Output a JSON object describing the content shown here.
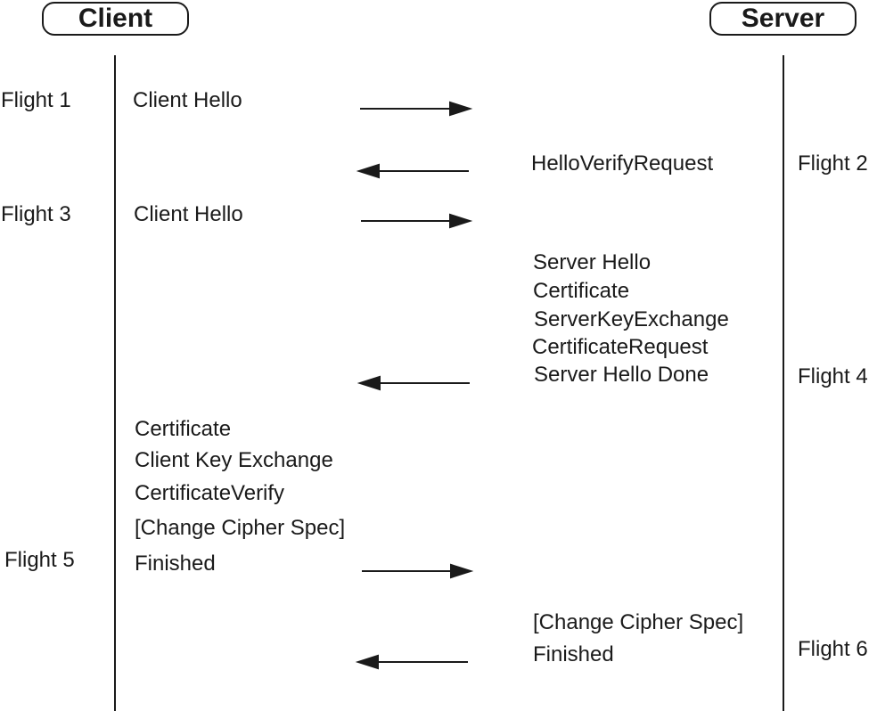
{
  "actors": {
    "client": "Client",
    "server": "Server"
  },
  "flights": [
    {
      "label": "Flight 1",
      "side": "client",
      "messages": [
        "Client Hello"
      ],
      "direction": "to-server"
    },
    {
      "label": "Flight 2",
      "side": "server",
      "messages": [
        "HelloVerifyRequest"
      ],
      "direction": "to-client"
    },
    {
      "label": "Flight 3",
      "side": "client",
      "messages": [
        "Client Hello"
      ],
      "direction": "to-server"
    },
    {
      "label": "Flight 4",
      "side": "server",
      "messages": [
        "Server Hello",
        "Certificate",
        "ServerKeyExchange",
        "CertificateRequest",
        "Server Hello Done"
      ],
      "direction": "to-client"
    },
    {
      "label": "Flight 5",
      "side": "client",
      "messages": [
        "Certificate",
        "Client Key Exchange",
        "CertificateVerify",
        "[Change Cipher Spec]",
        "Finished"
      ],
      "direction": "to-server"
    },
    {
      "label": "Flight 6",
      "side": "server",
      "messages": [
        "[Change Cipher Spec]",
        "Finished"
      ],
      "direction": "to-client"
    }
  ]
}
